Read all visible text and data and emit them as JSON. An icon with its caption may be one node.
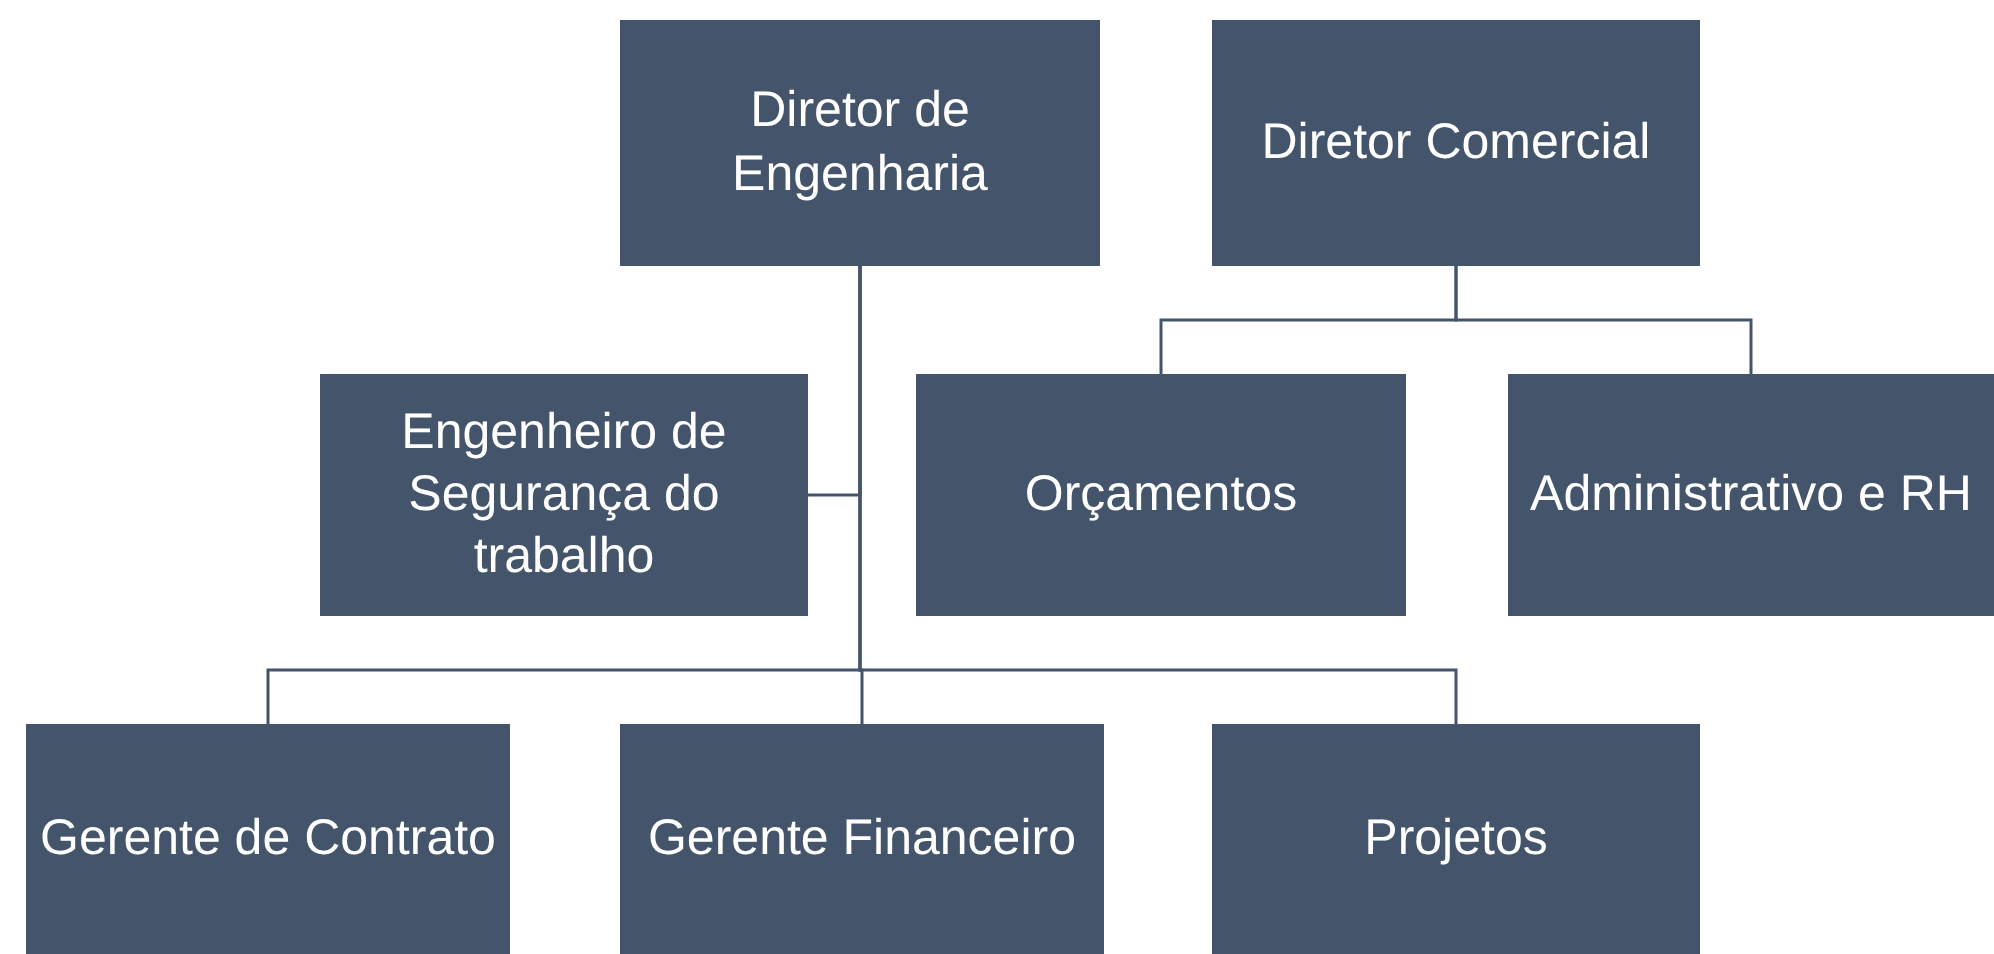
{
  "diagram": {
    "nodes": [
      {
        "text": [
          "Diretor de Engenharia"
        ]
      },
      {
        "text": [
          "Diretor Comercial"
        ]
      },
      {
        "text": [
          "Engenheiro de Segurança do trabalho"
        ]
      },
      {
        "text": [
          "Orçamentos"
        ]
      },
      {
        "text": [
          "Administrativo e RH"
        ]
      },
      {
        "text": [
          "Gerente de Contrato"
        ]
      },
      {
        "text": [
          "Gerente Financeiro"
        ]
      },
      {
        "text": [
          "Projetos"
        ]
      }
    ],
    "edges": [
      {
        "from": 0,
        "to": 2,
        "arrow": "none"
      },
      {
        "from": 0,
        "to": 5,
        "arrow": "none"
      },
      {
        "from": 0,
        "to": 6,
        "arrow": "none"
      },
      {
        "from": 0,
        "to": 7,
        "arrow": "none"
      },
      {
        "from": 1,
        "to": 3,
        "arrow": "none"
      },
      {
        "from": 1,
        "to": 4,
        "arrow": "none"
      }
    ]
  }
}
